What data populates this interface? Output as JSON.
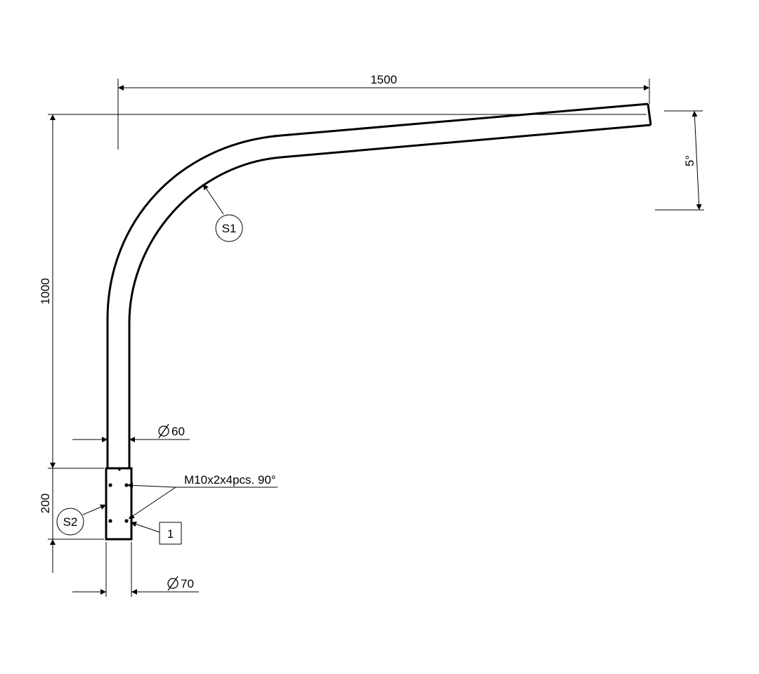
{
  "dimensions": {
    "width_total": "1500",
    "height_total": "1000",
    "sleeve_height": "200",
    "tube_diameter": "60",
    "sleeve_diameter": "70",
    "angle": "5°"
  },
  "annotations": {
    "bolt_spec": "M10x2x4pcs. 90°",
    "weld_s1": "S1",
    "weld_s2": "S2",
    "part_number": "1"
  },
  "colors": {
    "line": "#000000",
    "background": "#ffffff"
  }
}
